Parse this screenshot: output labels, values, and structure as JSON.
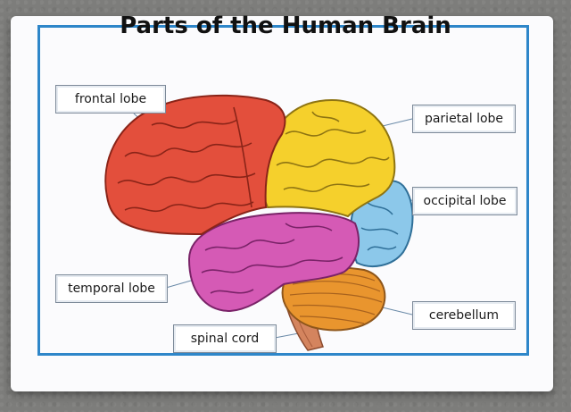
{
  "title": "Parts of the Human Brain",
  "labels": {
    "frontal": "frontal lobe",
    "parietal": "parietal lobe",
    "occipital": "occipital lobe",
    "temporal": "temporal lobe",
    "cerebellum": "cerebellum",
    "spinal": "spinal cord"
  },
  "colors": {
    "frame": "#2e86c9",
    "frontal": "#e34f3c",
    "parietal": "#f5d02c",
    "occipital": "#8cc8ea",
    "temporal": "#d55ab5",
    "cerebellum": "#e9952e",
    "spinal": "#d4845e"
  }
}
